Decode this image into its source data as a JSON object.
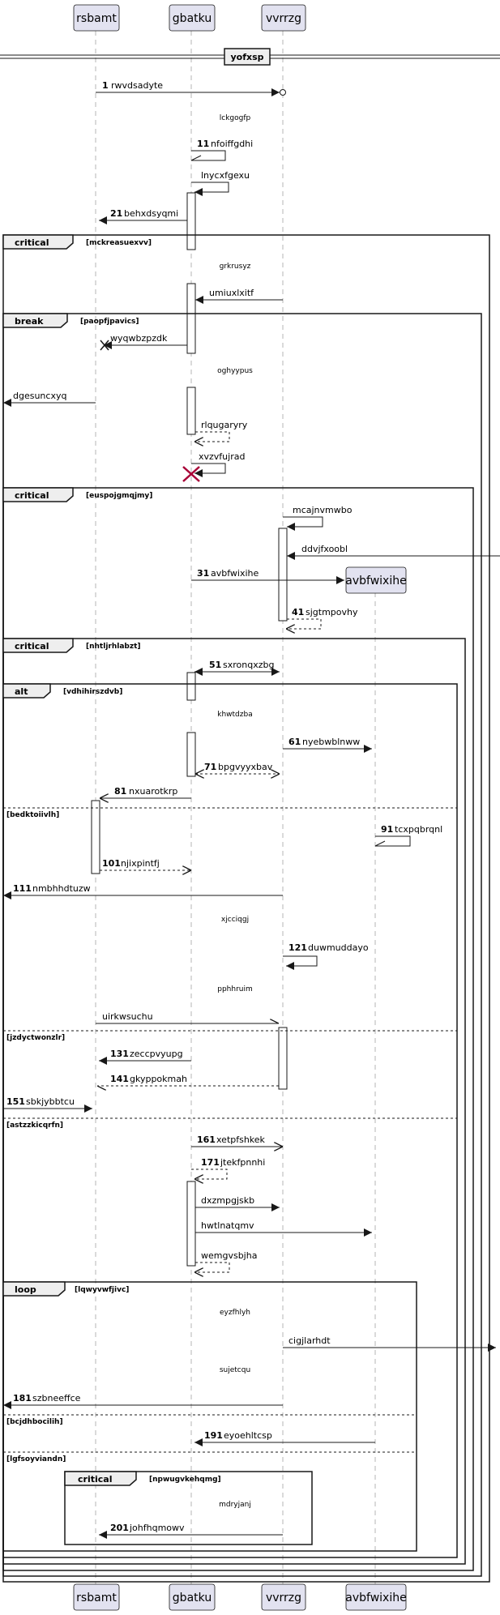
{
  "participants": [
    "rsbamt",
    "gbatku",
    "vvrrzg",
    "avbfwixihe"
  ],
  "title_divider": "yofxsp",
  "notes": [
    "lckgogfp",
    "grkrusyz",
    "oghyypus",
    "khwtdzba",
    "xjcciqgj",
    "pphhruim",
    "eyzfhlyh",
    "sujetcqu",
    "mdryjanj"
  ],
  "fragments": [
    {
      "kind": "critical",
      "condition": "[mckreasuexvv]"
    },
    {
      "kind": "break",
      "condition": "[paopfjpavics]"
    },
    {
      "kind": "critical",
      "condition": "[euspojgmqjmy]"
    },
    {
      "kind": "critical",
      "condition": "[nhtljrhlabzt]"
    },
    {
      "kind": "alt",
      "condition": "[vdhihirszdvb]",
      "else": [
        "[bedktoiivlh]",
        "[jzdyctwonzlr]",
        "[astzzkicqrfn]"
      ]
    },
    {
      "kind": "loop",
      "condition": "[lqwyvwfjivc]",
      "else": [
        "[bcjdhbocilih]",
        "[lgfsoyviandn]"
      ]
    },
    {
      "kind": "critical",
      "condition": "[npwugvkehqmg]"
    }
  ],
  "messages": [
    {
      "num": "1",
      "text": "rwvdsadyte"
    },
    {
      "num": "11",
      "text": "nfoiffgdhi"
    },
    {
      "num": "",
      "text": "lnycxfgexu"
    },
    {
      "num": "21",
      "text": "behxdsyqmi"
    },
    {
      "num": "",
      "text": "umiuxlxitf"
    },
    {
      "num": "",
      "text": "wyqwbzpzdk"
    },
    {
      "num": "",
      "text": "dgesuncxyq"
    },
    {
      "num": "",
      "text": "rlqugaryry"
    },
    {
      "num": "",
      "text": "xvzvfujrad"
    },
    {
      "num": "",
      "text": "mcajnvmwbo"
    },
    {
      "num": "",
      "text": "ddvjfxoobl"
    },
    {
      "num": "31",
      "text": "avbfwixihe"
    },
    {
      "num": "41",
      "text": "sjgtmpovhy"
    },
    {
      "num": "51",
      "text": "sxronqxzbg"
    },
    {
      "num": "61",
      "text": "nyebwblnww"
    },
    {
      "num": "71",
      "text": "bpgvyyxbav"
    },
    {
      "num": "81",
      "text": "nxuarotkrp"
    },
    {
      "num": "91",
      "text": "tcxpqbrqnl"
    },
    {
      "num": "101",
      "text": "njixpintfj"
    },
    {
      "num": "111",
      "text": "nmbhhdtuzw"
    },
    {
      "num": "121",
      "text": "duwmuddayo"
    },
    {
      "num": "",
      "text": "uirkwsuchu"
    },
    {
      "num": "131",
      "text": "zeccpvyupg"
    },
    {
      "num": "141",
      "text": "gkyppokmah"
    },
    {
      "num": "151",
      "text": "sbkjybbtcu"
    },
    {
      "num": "161",
      "text": "xetpfshkek"
    },
    {
      "num": "171",
      "text": "jtekfpnnhi"
    },
    {
      "num": "",
      "text": "dxzmpgjskb"
    },
    {
      "num": "",
      "text": "hwtlnatqmv"
    },
    {
      "num": "",
      "text": "wemgvsbjha"
    },
    {
      "num": "",
      "text": "cigjlarhdt"
    },
    {
      "num": "181",
      "text": "szbneeffce"
    },
    {
      "num": "191",
      "text": "eyoehltcsp"
    },
    {
      "num": "201",
      "text": "johfhqmowv"
    }
  ]
}
